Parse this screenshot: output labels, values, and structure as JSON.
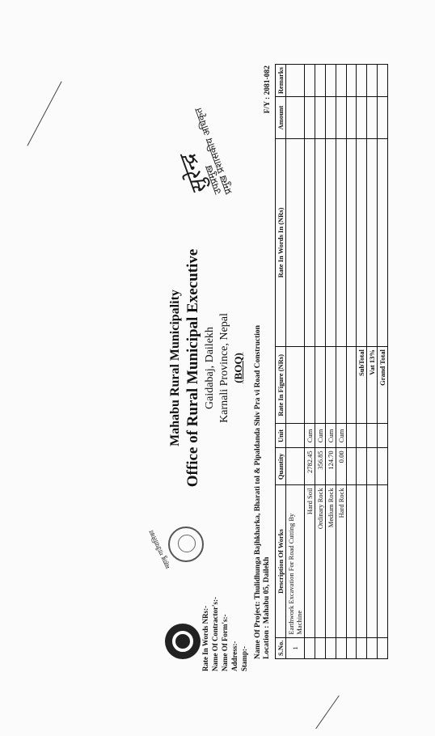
{
  "header": {
    "municipality": "Mahabu Rural Municipality",
    "office": "Office of Rural Municipal Executive",
    "place": "Gaidabaj, Dailekh",
    "province": "Karnali Province, Nepal",
    "doc_type": "(BOQ)"
  },
  "seal_text": "महाबु गाउँपालिका",
  "signature": {
    "scribble": "सुरेन्द्र",
    "line1": "उपप्रमुख",
    "line2": "प्रमुख प्रशासकीय अधिकृत"
  },
  "project": {
    "name": "Name Of Project: Thulidhunga Bajhkharka, Bharati tol & Pipaldanda Shiv Pra vi Road Construction",
    "location": "Location : Mahabu 05, Dailekh",
    "fiscal_year": "F/Y : 2081-082"
  },
  "table": {
    "headers": [
      "S.No.",
      "Description Of Works",
      "Quantity",
      "Unit",
      "Rate In Figure (NRs)",
      "Rate In Words In (NRs)",
      "Amount",
      "Remarks"
    ],
    "rows": [
      [
        "1",
        "Earthwork Excavation For Road Cutting By Machine",
        "",
        "",
        "",
        "",
        "",
        ""
      ],
      [
        "",
        "Hard Soil",
        "2782.45",
        "Cum",
        "",
        "",
        "",
        ""
      ],
      [
        "",
        "Ordinary Rock",
        "356.85",
        "Cum",
        "",
        "",
        "",
        ""
      ],
      [
        "",
        "Medium Rock",
        "124.70",
        "Cum",
        "",
        "",
        "",
        ""
      ],
      [
        "",
        "Hard Rock",
        "0.00",
        "Cum",
        "",
        "",
        "",
        ""
      ],
      [
        "",
        "",
        "",
        "",
        "",
        "",
        "",
        ""
      ],
      [
        "",
        "",
        "",
        "",
        "SubTotal",
        "",
        "",
        ""
      ],
      [
        "",
        "",
        "",
        "",
        "Vat 13%",
        "",
        "",
        ""
      ],
      [
        "",
        "",
        "",
        "",
        "Grand Total",
        "",
        "",
        ""
      ]
    ]
  },
  "footer": {
    "rate_words": "Rate In Words NRs:-",
    "contractor": "Name Of Contractor's:-",
    "firm": "Name Of Form's:-",
    "address": "Address:-",
    "stamp": "Stamp:-"
  }
}
